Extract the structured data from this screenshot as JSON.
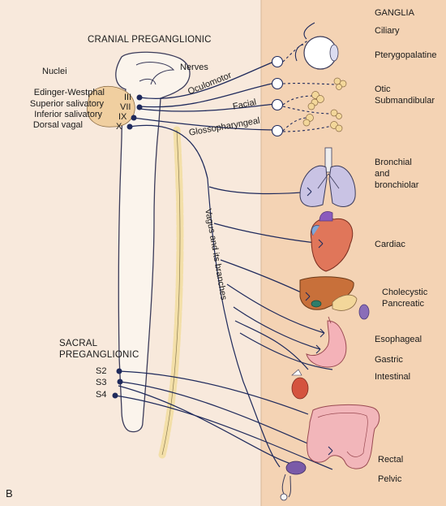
{
  "figure": {
    "panel_letter": "B",
    "ganglia_header": "GANGLIA",
    "cranial_header": "CRANIAL PREGANGLIONIC",
    "nuclei_label": "Nuclei",
    "nerves_label": "Nerves",
    "nuclei": [
      {
        "name": "Edinger-Westphal",
        "numeral": "III"
      },
      {
        "name": "Superior salivatory",
        "numeral": "VII"
      },
      {
        "name": "Inferior salivatory",
        "numeral": "IX"
      },
      {
        "name": "Dorsal vagal",
        "numeral": "X"
      }
    ],
    "nerves": [
      "Oculomotor",
      "Facial",
      "Glossopharyngeal"
    ],
    "vagus_label": "Vagus and its branches",
    "sacral_header": [
      "SACRAL",
      "PREGANGLIONIC"
    ],
    "sacral_segments": [
      "S2",
      "S3",
      "S4"
    ],
    "ganglia": [
      "Ciliary",
      "Pterygopalatine",
      "Otic",
      "Submandibular"
    ],
    "organs": [
      "Bronchial",
      "and",
      "bronchiolar",
      "Cardiac",
      "Cholecystic",
      "Pancreatic",
      "Esophageal",
      "Gastric",
      "Intestinal",
      "Rectal",
      "Pelvic"
    ]
  },
  "colors": {
    "left_background": "#f8e9dc",
    "right_background": "#f4d3b4",
    "nerve_line": "#1f2a5c",
    "nucleus_blob": "#f0cfa0",
    "ganglion_tuft": "#f3d79a",
    "lung": "#c9c3e4",
    "heart": "#e0765a",
    "liver": "#c8703a",
    "stomach": "#f4b2b8",
    "colon": "#f2b6ba"
  }
}
